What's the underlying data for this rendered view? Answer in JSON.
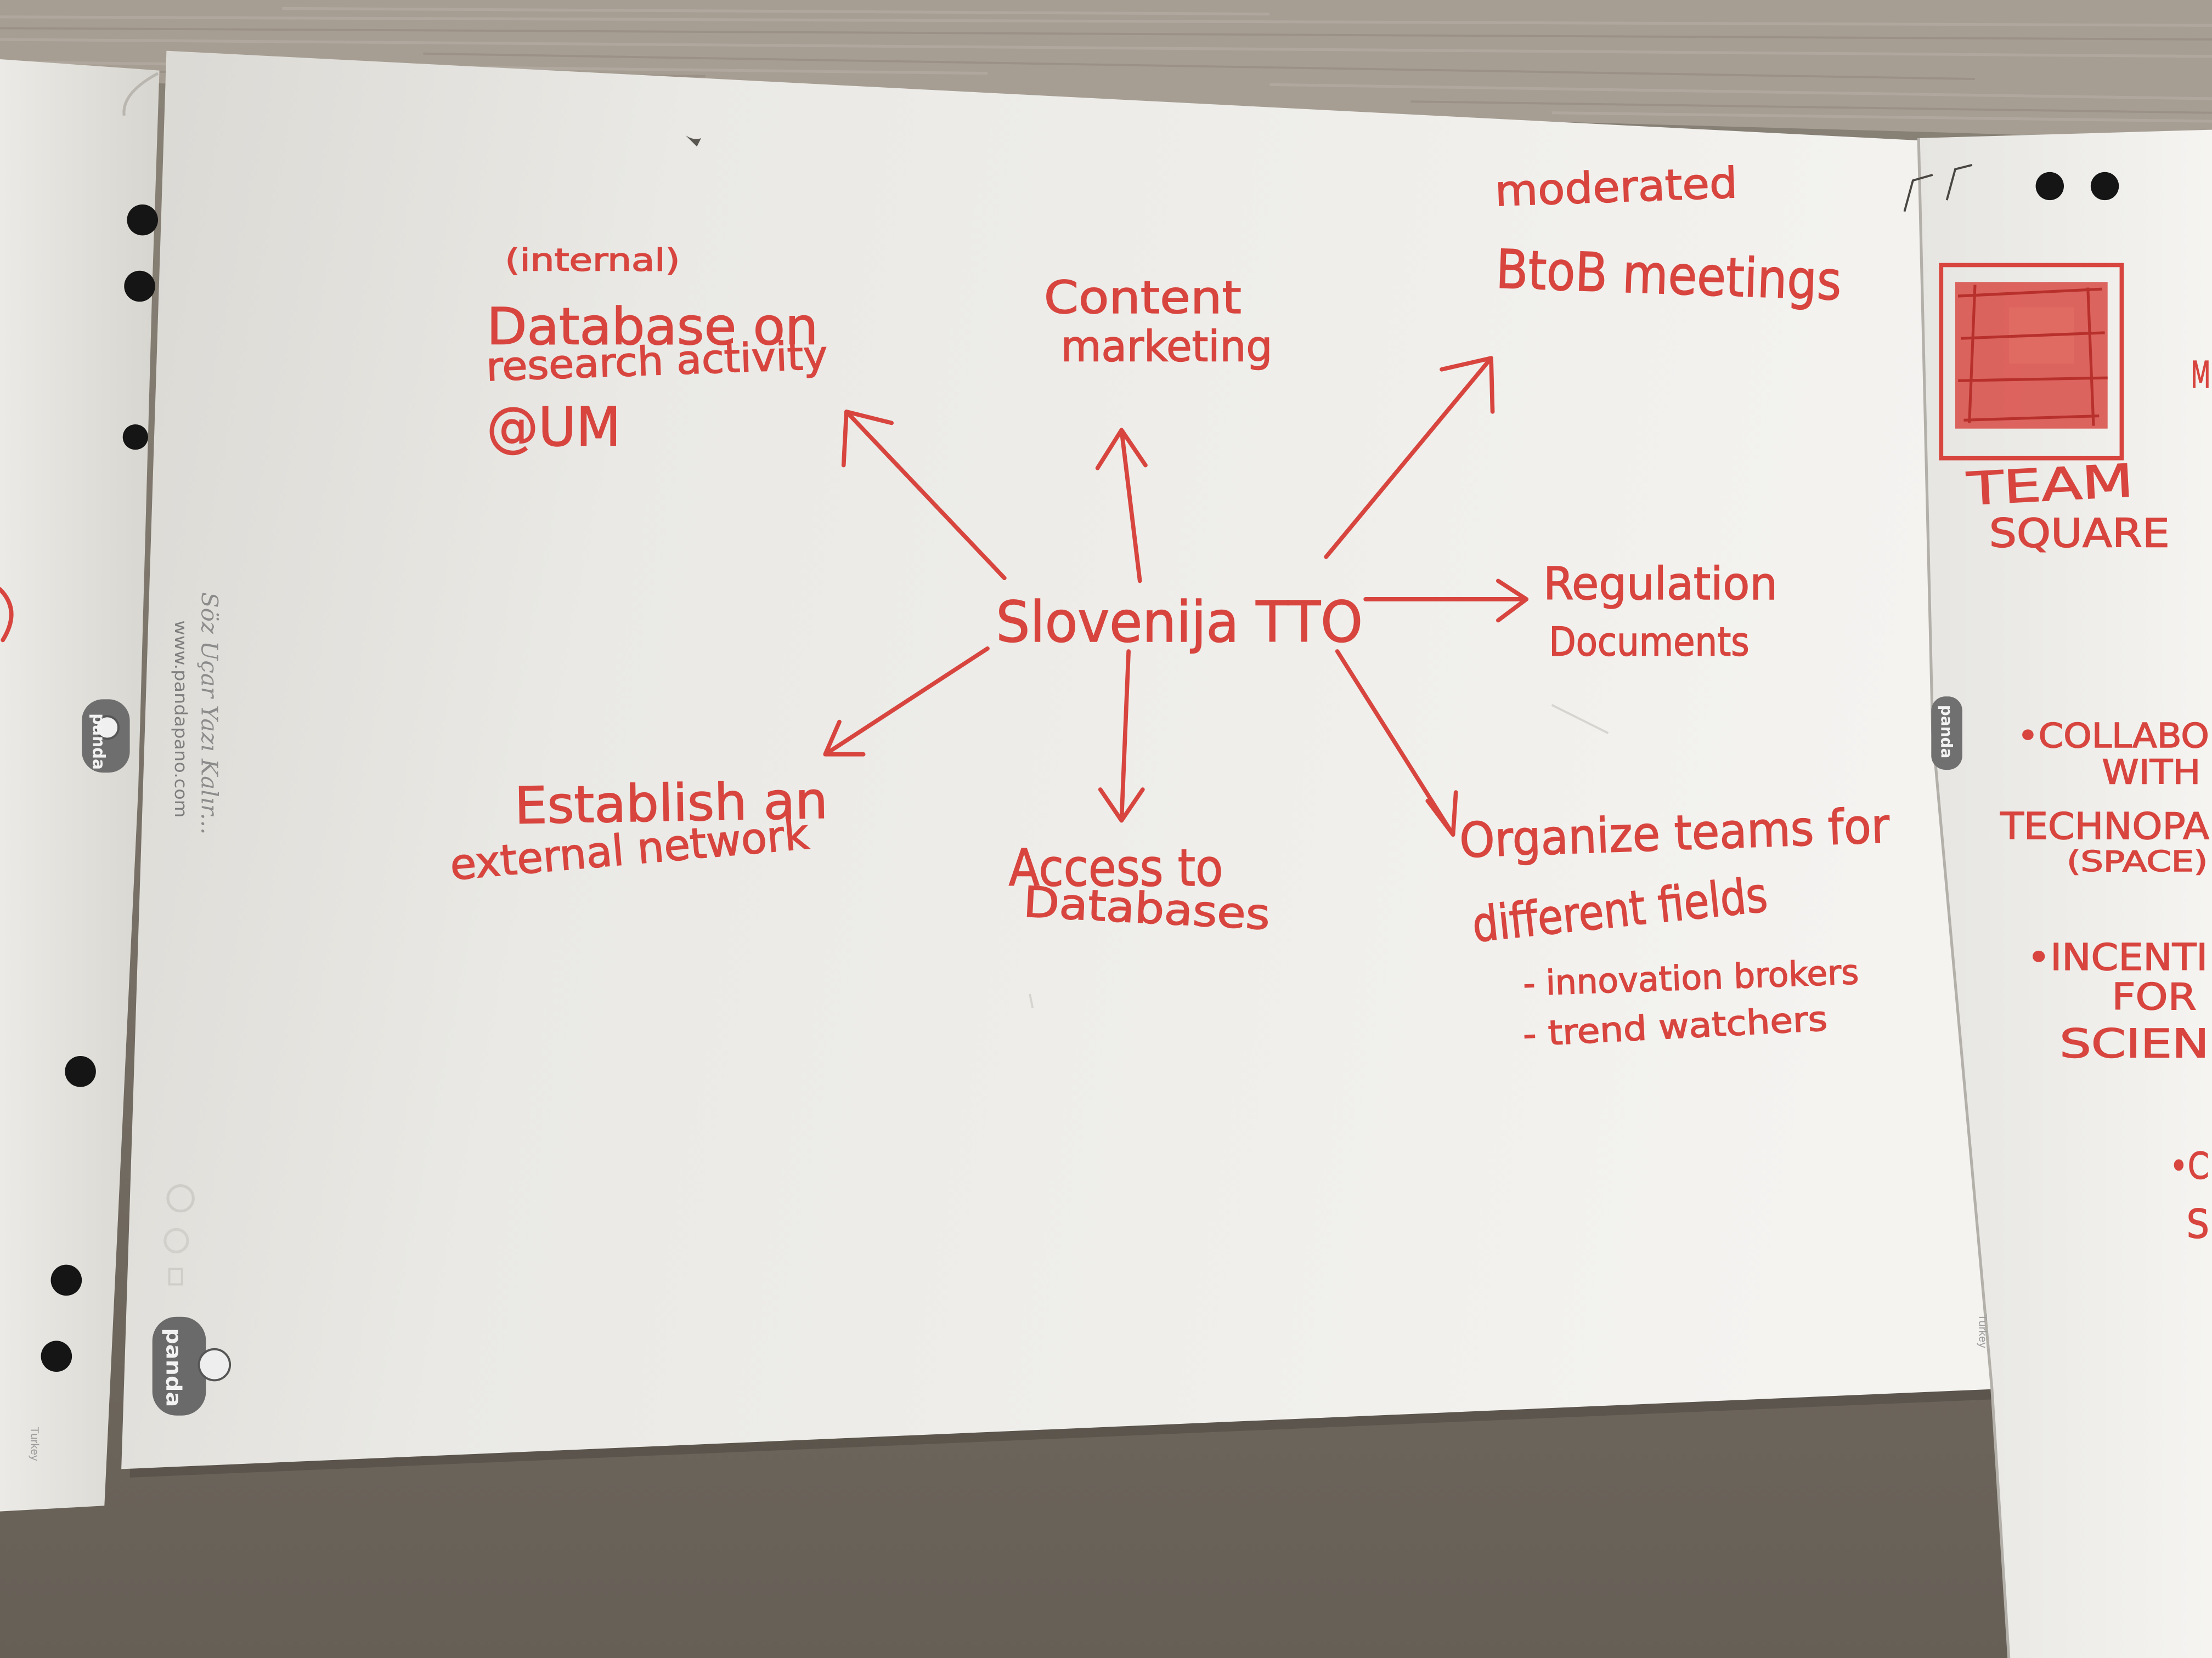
{
  "flipchart": {
    "center": "Slovenija TTO",
    "branches": [
      {
        "lines": [
          "(internal)",
          "Database on",
          "research activity",
          "@UM"
        ]
      },
      {
        "lines": [
          "Content",
          "marketing"
        ]
      },
      {
        "lines": [
          "moderated",
          "BtoB meetings"
        ]
      },
      {
        "lines": [
          "Regulation",
          "Documents"
        ]
      },
      {
        "lines": [
          "Organize teams for",
          "different fields",
          "- innovation brokers",
          "- trend watchers"
        ]
      },
      {
        "lines": [
          "Access to",
          "Databases"
        ]
      },
      {
        "lines": [
          "Establish an",
          "external network"
        ]
      }
    ],
    "printed": {
      "slogan": "Söz Uçar Yazı Kalır...",
      "website": "www.pandapano.com",
      "brand": "panda"
    }
  },
  "left_sheet": {
    "country": "Turkey"
  },
  "right_sheet": {
    "partial_letter": "M",
    "heading": [
      "TEAM",
      "SQUARE"
    ],
    "bullets": [
      {
        "lines": [
          "•COLLABO",
          "WITH",
          "TECHNOPA",
          "(SPACE)"
        ]
      },
      {
        "lines": [
          "•INCENTI",
          "FOR",
          "SCIEN"
        ]
      },
      {
        "lines": [
          "•C",
          "S"
        ]
      }
    ],
    "brand": "panda",
    "country": "Turkey"
  },
  "colors": {
    "ink": "#d8453f",
    "paper": "#f1f0ed",
    "wall": "#7a7369",
    "ledge": "#a79e93"
  }
}
